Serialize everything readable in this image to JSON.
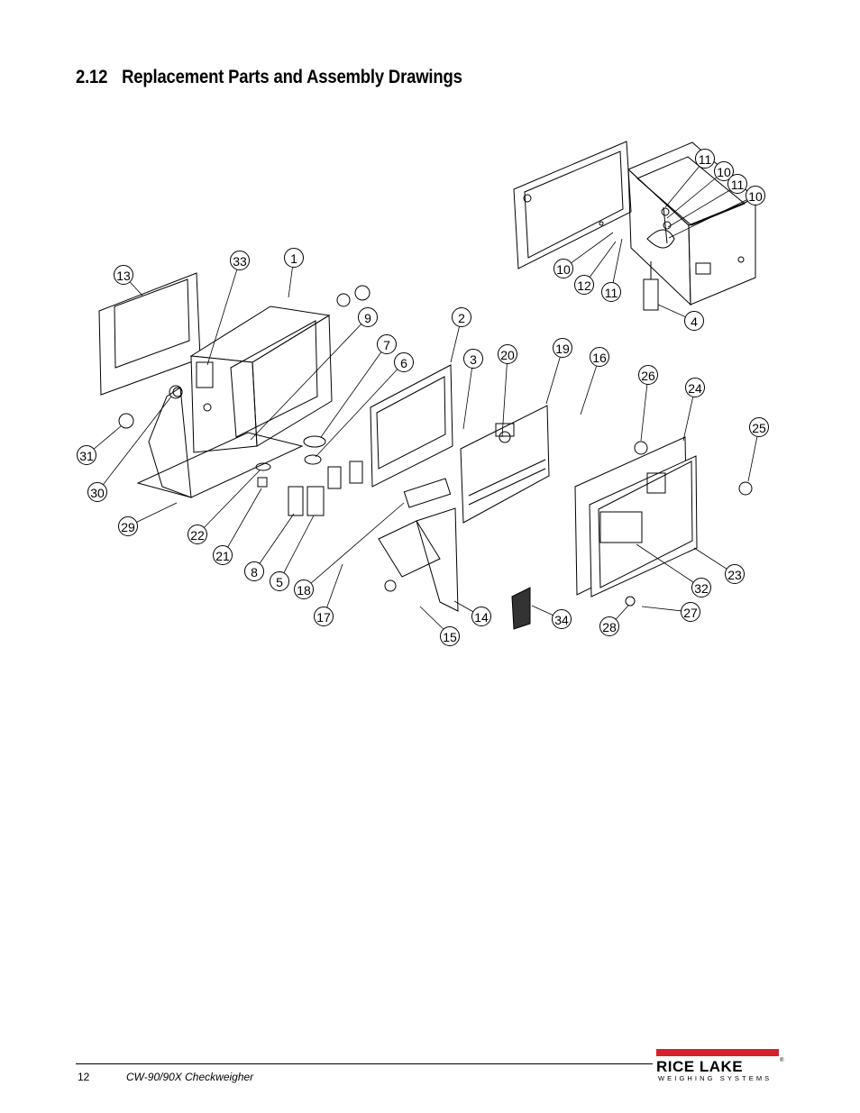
{
  "section": {
    "number": "2.12",
    "title": "Replacement Parts and Assembly Drawings"
  },
  "drawing": {
    "callouts": [
      "1",
      "2",
      "3",
      "4",
      "5",
      "6",
      "7",
      "8",
      "9",
      "10",
      "10",
      "10",
      "11",
      "11",
      "11",
      "12",
      "13",
      "14",
      "15",
      "16",
      "17",
      "18",
      "19",
      "20",
      "21",
      "22",
      "23",
      "24",
      "25",
      "26",
      "27",
      "28",
      "29",
      "30",
      "31",
      "32",
      "33",
      "34"
    ]
  },
  "footer": {
    "page_number": "12",
    "doc_title": "CW-90/90X Checkweigher",
    "logo_main": "RICE LAKE",
    "logo_registered": "®",
    "logo_sub": "WEIGHING SYSTEMS",
    "brand_color": "#d5202e"
  }
}
